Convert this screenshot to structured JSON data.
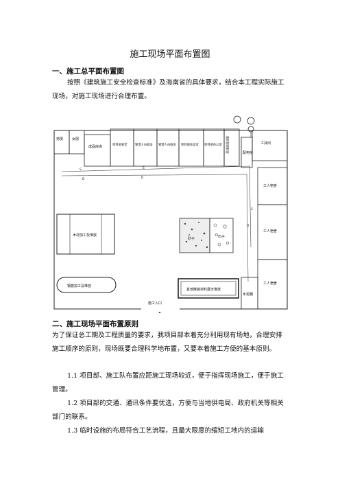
{
  "doc": {
    "title": "施工现场平面布置图",
    "section1": {
      "heading": "一、施工总平面布置图",
      "para": "按照《建筑施工安全检查标准》及海南省的具体要求，结合本工程实际施工现场，对施工现场进行合理布置。"
    },
    "diagram": {
      "rooms_top": [
        "男厕",
        "女厕",
        "成品库库",
        "项目部食堂",
        "管理人员宿舍",
        "管理人员宿舍",
        "项目部会议室",
        "项目部办公室",
        "项目部资料室",
        "配电房",
        "工具间"
      ],
      "right_rooms": [
        "工人宿舍",
        "工人宿舍",
        "工人宿舍"
      ],
      "wood_yard": "木材加工及堆放",
      "steel_yard": "钢筋加工及堆放",
      "sand": "砂子",
      "stone": "石子",
      "material_yard": "其他散装材料露天堆放",
      "water_pool": "水泥棚",
      "entrance": "施工入口",
      "pipe_marks": [
        "S",
        "D"
      ]
    },
    "section2": {
      "heading": "二、施工现场平面布置原则",
      "p1": "为了保证总工期及工程质量的要求，我项目部本着充分利用现有场地，合理安排施工顺序的原则，现场既要合理科学地布置，又要本着施工方便的基本原则。",
      "p2": "1.1 项目部、施工队布置应距施工现场较近，便于指挥现场施工，便于施工管理。",
      "p3": "1.2 项目部的交通、通讯条件要优选，方便与当地供电局、政府机关等相关部门的联系。",
      "p4": "1.3 临时设施的布局符合工艺流程，且最大限度的缩短工地内的运输"
    }
  }
}
